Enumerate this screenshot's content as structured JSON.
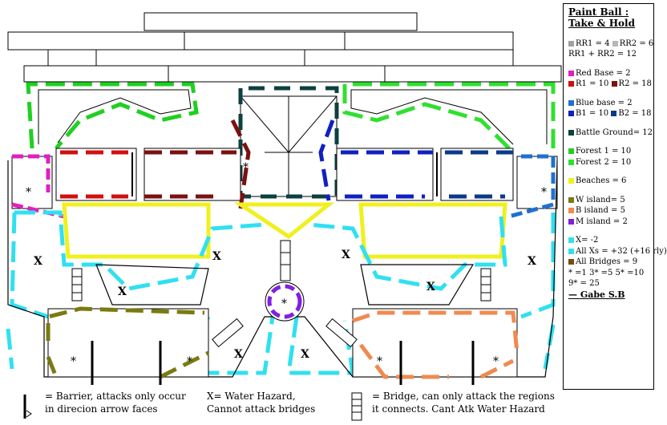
{
  "legend": {
    "title_line1": "Paint Ball :",
    "title_line2": "Take & Hold",
    "rr1": "RR1 = 4",
    "rr2": "RR2 = 6",
    "rr_sum": "RR1 + RR2 = 12",
    "red_base": "Red Base = 2",
    "r1": "R1 = 10",
    "r2": "R2 = 18",
    "blue_base": "Blue base = 2",
    "b1": "B1 = 10",
    "b2": "B2 = 18",
    "battle_ground": "Battle Ground= 12",
    "forest1": "Forest 1 = 10",
    "forest2": "Forest 2 = 10",
    "beaches": "Beaches = 6",
    "w_island": "W island= 5",
    "b_island": "B island = 5",
    "m_island": "M island = 2",
    "x_value": "X= -2",
    "all_xs": "All Xs = +32 (+16 rly)",
    "all_bridges": "All Bridges = 9",
    "stars1": "* =1   3* =5   5* =10",
    "stars2": "9* = 25",
    "signature": "Gabe S.B",
    "colors": {
      "rr1": "#a0a0a0",
      "rr2": "#b8b8b8",
      "red_base": "#e020c0",
      "r1": "#d01010",
      "r2": "#7a1010",
      "blue_base": "#2070d0",
      "b1": "#1020c0",
      "b2": "#0a3a8a",
      "battle_ground": "#0d4040",
      "forest1": "#20d020",
      "forest2": "#30e030",
      "beaches": "#f0f020",
      "w_island": "#7a7a10",
      "b_island": "#f08a50",
      "m_island": "#8020e0",
      "water": "#30e0f0",
      "bridges": "#7a4a10"
    }
  },
  "footer": {
    "barrier_line1": "= Barrier, attacks only occur",
    "barrier_line2": "in direcion arrow faces",
    "water_line1": "X= Water Hazard,",
    "water_line2": "Cannot attack bridges",
    "bridge_line1": "= Bridge, can only attack the regions",
    "bridge_line2": "it connects. Cant Atk Water Hazard"
  },
  "map": {
    "x_mark": "X",
    "star_mark": "*"
  }
}
